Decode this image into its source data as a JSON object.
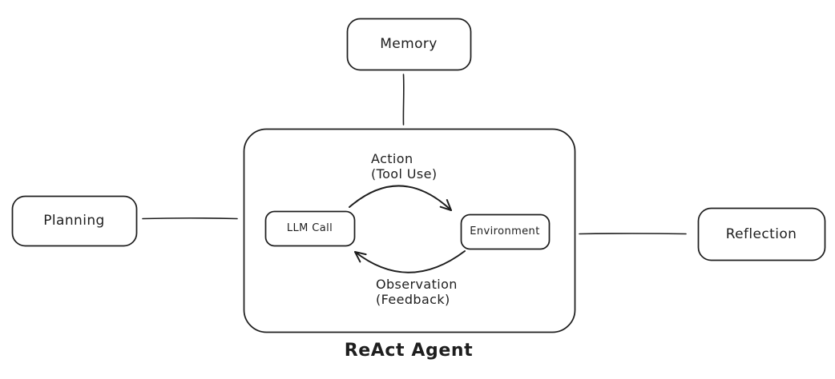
{
  "canvas": {
    "background": "#ffffff",
    "ink_color": "#1e1e1e"
  },
  "title": "ReAct Agent",
  "nodes": {
    "memory": {
      "label": "Memory"
    },
    "planning": {
      "label": "Planning"
    },
    "reflection": {
      "label": "Reflection"
    },
    "llm_call": {
      "label": "LLM Call"
    },
    "environment": {
      "label": "Environment"
    }
  },
  "edges": {
    "action": {
      "line1": "Action",
      "line2": "(Tool Use)"
    },
    "observation": {
      "line1": "Observation",
      "line2": "(Feedback)"
    }
  }
}
